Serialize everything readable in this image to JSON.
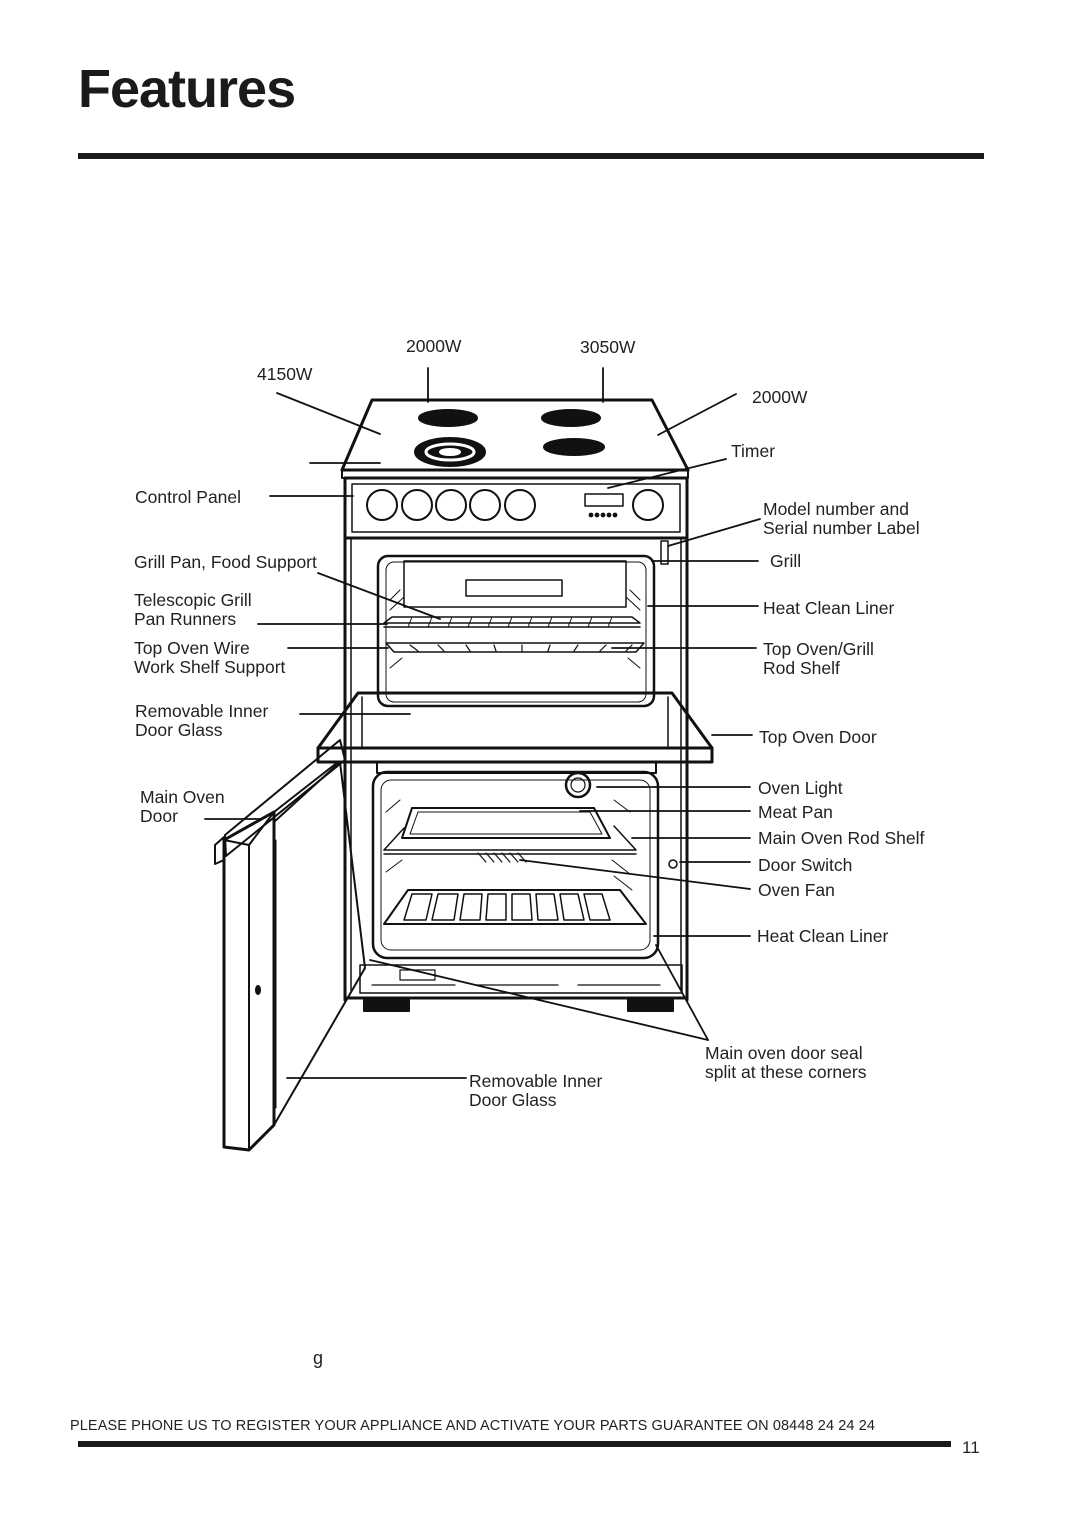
{
  "page": {
    "title": "Features",
    "page_number": "11",
    "footer": "PLEASE PHONE US TO REGISTER YOUR APPLIANCE  AND ACTIVATE YOUR PARTS GUARANTEE ON 08448 24 24 24",
    "stray_char": "g"
  },
  "diagram": {
    "hob": {
      "w4150": "4150W",
      "w2000_left": "2000W",
      "w3050": "3050W",
      "w2000_right": "2000W"
    },
    "left_labels": {
      "control_panel": "Control Panel",
      "grill_pan": "Grill Pan, Food Support",
      "telescopic": "Telescopic Grill\nPan Runners",
      "wire_support": "Top Oven Wire\nWork Shelf Support",
      "inner_glass_top": "Removable Inner\nDoor Glass",
      "main_door": "Main Oven\nDoor",
      "inner_glass_bottom": "Removable Inner\nDoor Glass"
    },
    "right_labels": {
      "timer": "Timer",
      "model_label": "Model number and\nSerial number Label",
      "grill": "Grill",
      "liner_top": "Heat Clean Liner",
      "rod_shelf_top": "Top Oven/Grill\nRod Shelf",
      "top_door": "Top Oven Door",
      "oven_light": "Oven Light",
      "meat_pan": "Meat Pan",
      "main_rod_shelf": "Main Oven Rod Shelf",
      "door_switch": "Door Switch",
      "oven_fan": "Oven Fan",
      "liner_main": "Heat Clean Liner",
      "door_seal": "Main oven door seal\nsplit at these corners"
    }
  }
}
